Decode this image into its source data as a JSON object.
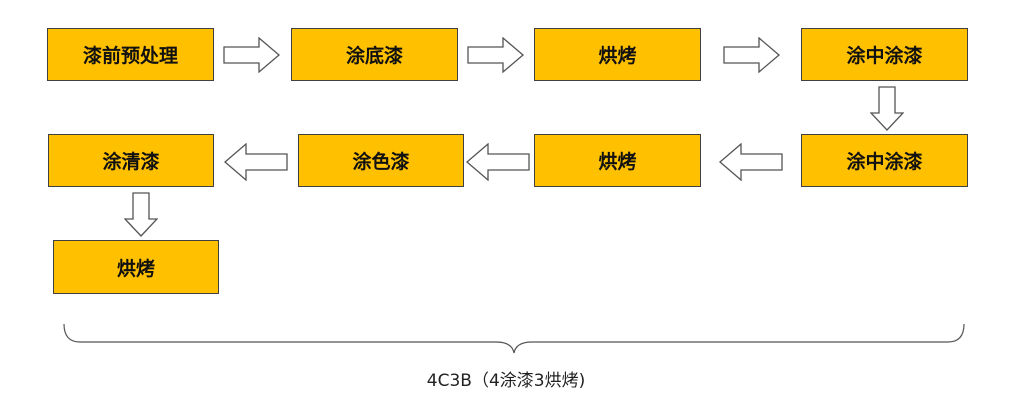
{
  "steps": [
    {
      "label": "漆前预处理"
    },
    {
      "label": "涂底漆"
    },
    {
      "label": "烘烤"
    },
    {
      "label": "涂中涂漆"
    },
    {
      "label": "涂中涂漆"
    },
    {
      "label": "烘烤"
    },
    {
      "label": "涂色漆"
    },
    {
      "label": "涂清漆"
    },
    {
      "label": "烘烤"
    }
  ],
  "caption": "4C3B（4涂漆3烘烤)",
  "colors": {
    "box_fill": "#ffc000",
    "box_border": "#404040",
    "arrow_stroke": "#555555"
  }
}
